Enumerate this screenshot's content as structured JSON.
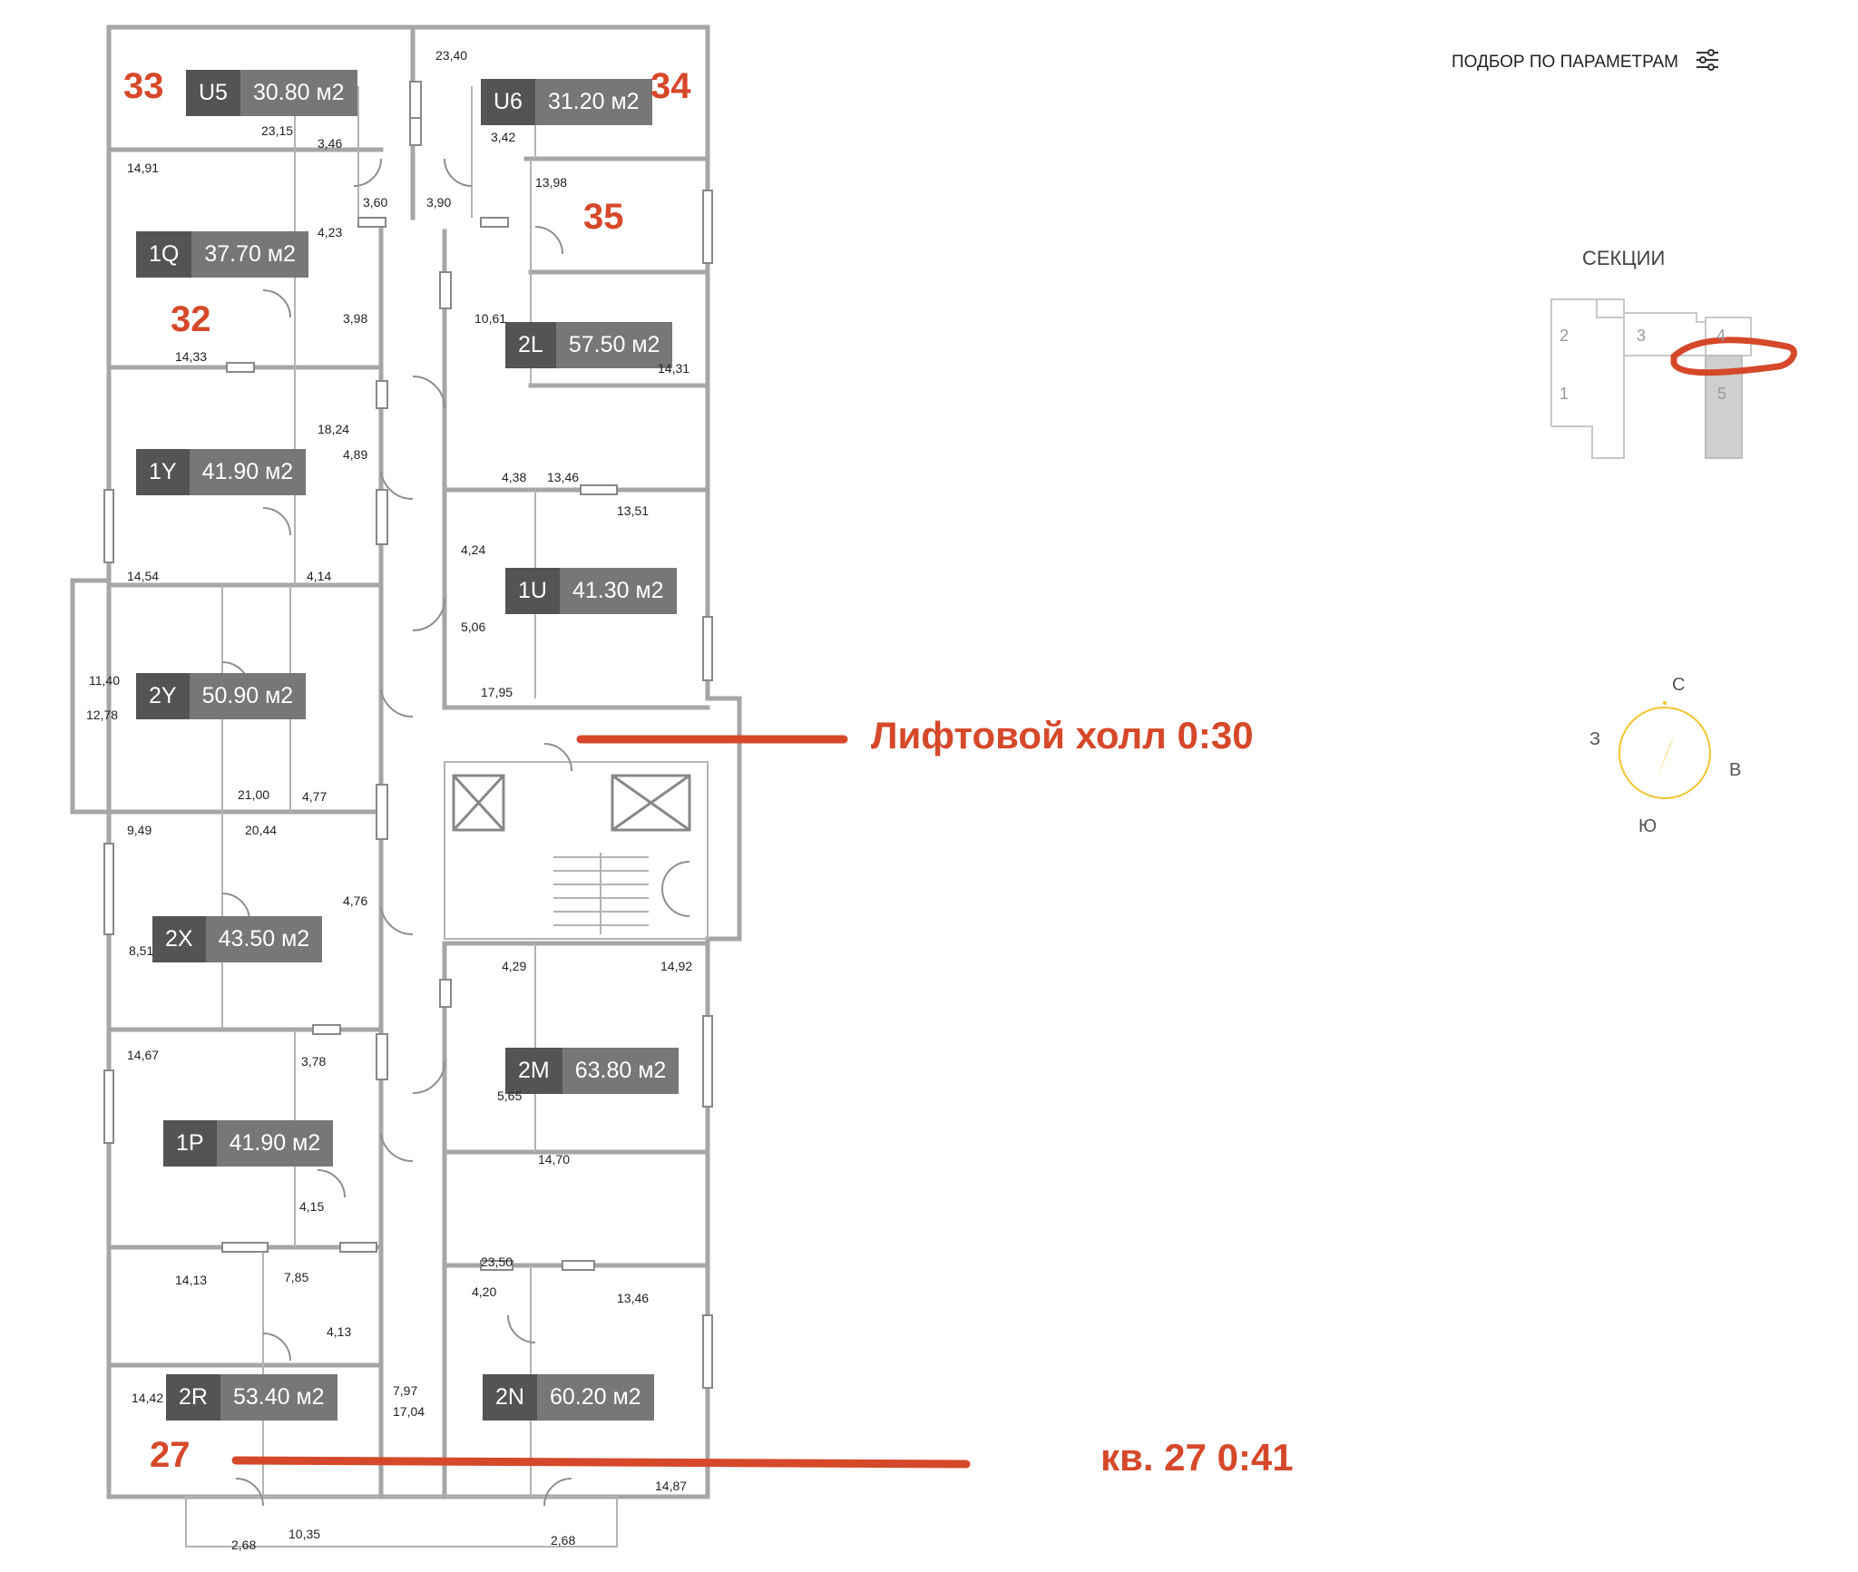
{
  "header": {
    "filter_label": "ПОДБОР ПО ПАРАМЕТРАМ",
    "filter_icon": "sliders-icon"
  },
  "sections": {
    "title": "СЕКЦИИ",
    "numbers": [
      "1",
      "2",
      "3",
      "4",
      "5"
    ],
    "selected": "5"
  },
  "compass": {
    "north": "С",
    "west": "З",
    "east": "В",
    "south": "Ю",
    "accent": "#f4c430"
  },
  "units": [
    {
      "code": "U5",
      "area": "30.80 м2"
    },
    {
      "code": "U6",
      "area": "31.20 м2"
    },
    {
      "code": "1Q",
      "area": "37.70 м2"
    },
    {
      "code": "2L",
      "area": "57.50 м2"
    },
    {
      "code": "1Y",
      "area": "41.90 м2"
    },
    {
      "code": "1U",
      "area": "41.30 м2"
    },
    {
      "code": "2Y",
      "area": "50.90 м2"
    },
    {
      "code": "2X",
      "area": "43.50 м2"
    },
    {
      "code": "2M",
      "area": "63.80 м2"
    },
    {
      "code": "1P",
      "area": "41.90 м2"
    },
    {
      "code": "2R",
      "area": "53.40 м2"
    },
    {
      "code": "2N",
      "area": "60.20 м2"
    }
  ],
  "apartment_numbers": [
    "33",
    "34",
    "35",
    "32",
    "27"
  ],
  "annotations": {
    "lift_hall": "Лифтовой холл 0:30",
    "apt27": "кв. 27 0:41",
    "color": "#d6482a"
  },
  "dimensions": [
    "23,40",
    "23,15",
    "3,46",
    "3,42",
    "14,91",
    "13,98",
    "3,60",
    "3,90",
    "4,23",
    "3,98",
    "10,61",
    "14,33",
    "14,31",
    "18,24",
    "4,89",
    "4,38",
    "13,46",
    "13,51",
    "4,24",
    "14,54",
    "4,14",
    "5,06",
    "11,40",
    "12,78",
    "17,95",
    "21,00",
    "4,77",
    "9,49",
    "20,44",
    "4,76",
    "8,51",
    "4,29",
    "14,92",
    "14,67",
    "3,78",
    "5,65",
    "14,70",
    "4,15",
    "14,13",
    "7,85",
    "23,50",
    "4,20",
    "13,46",
    "4,13",
    "7,97",
    "14,42",
    "17,04",
    "14,87",
    "2,68",
    "10,35",
    "2,68"
  ]
}
